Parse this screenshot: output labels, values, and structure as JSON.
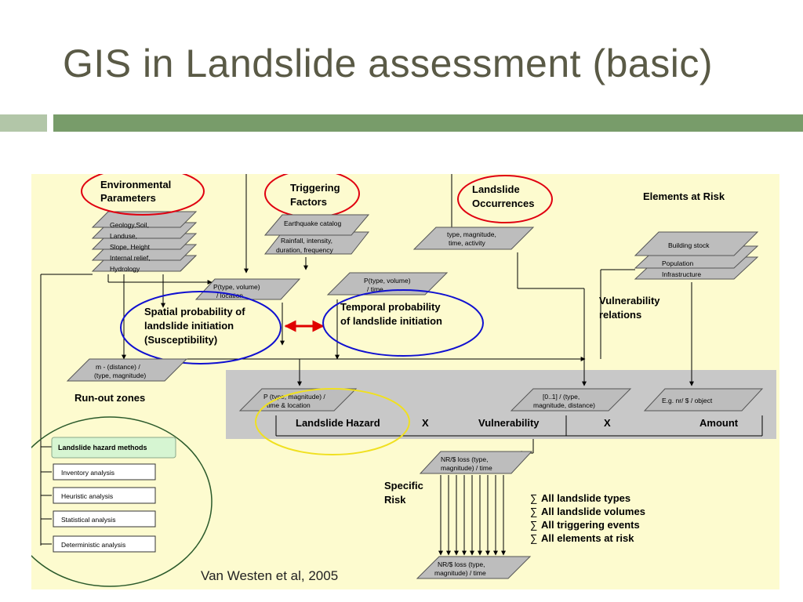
{
  "slide": {
    "title": "GIS in Landslide assessment (basic)",
    "accent_colors": {
      "bar_light": "#b2c6a8",
      "bar_dark": "#789c6a",
      "panel": "#fdfbcf",
      "gray_band": "#c8c8c8"
    }
  },
  "diagram": {
    "environmental": {
      "line1": "Environmental",
      "line2": "Parameters"
    },
    "env_layers": [
      "Geology,Soil,",
      "Landuse,",
      "Slope, Height",
      "Internal relief,",
      "Hydrology"
    ],
    "triggering": {
      "line1": "Triggering",
      "line2": "Factors"
    },
    "trigger_layers": [
      "Earthquake catalog",
      "Rainfall, intensity,",
      "duration, frequency"
    ],
    "occurrences": {
      "line1": "Landslide",
      "line2": "Occurrences"
    },
    "occ_box": {
      "line1": "type, magnitude,",
      "line2": "time, activity"
    },
    "elements_at_risk": "Elements at Risk",
    "risk_layers": [
      "Building stock",
      "Population",
      "Infrastructure"
    ],
    "p_type_volume_loc": {
      "line1": "P(type, volume)",
      "line2": "/ location"
    },
    "p_type_volume_time": {
      "line1": "P(type, volume)",
      "line2": "/ time"
    },
    "spatial": {
      "line1": "Spatial probability of",
      "line2": "landslide initiation",
      "line3": "(Susceptibility)"
    },
    "temporal": {
      "line1": "Temporal probability",
      "line2": "of landslide initiation"
    },
    "vulnerability_relations": {
      "line1": "Vulnerability",
      "line2": "relations"
    },
    "runout_box": {
      "line1": "m -  (distance) /",
      "line2": "(type, magnitude)"
    },
    "runout_label": "Run-out zones",
    "p_type_mag": {
      "line1": "P (type, magnitude) /",
      "line2": "time & location"
    },
    "vuln_box": {
      "line1": "[0..1] / (type,",
      "line2": "magnitude, distance)"
    },
    "amount_box": "E.g. nr/ $ / object",
    "hazard_label": "Landslide Hazard",
    "x1": "X",
    "vulnerability_label": "Vulnerability",
    "x2": "X",
    "amount_label": "Amount",
    "methods": {
      "header": "Landslide hazard methods",
      "items": [
        "Inventory analysis",
        "Heuristic analysis",
        "Statistical analysis",
        "Deterministic analysis"
      ]
    },
    "loss_top": {
      "line1": "NR/$ loss (type,",
      "line2": "magnitude) / time"
    },
    "specific_risk": {
      "line1": "Specific",
      "line2": "Risk"
    },
    "sums": [
      "All landslide types",
      "All landslide volumes",
      "All triggering events",
      "All elements at risk"
    ],
    "sum_symbol": "∑",
    "loss_bottom": {
      "line1": "NR/$ loss (type,",
      "line2": "magnitude) / time"
    },
    "citation": "Van Westen et al, 2005"
  }
}
